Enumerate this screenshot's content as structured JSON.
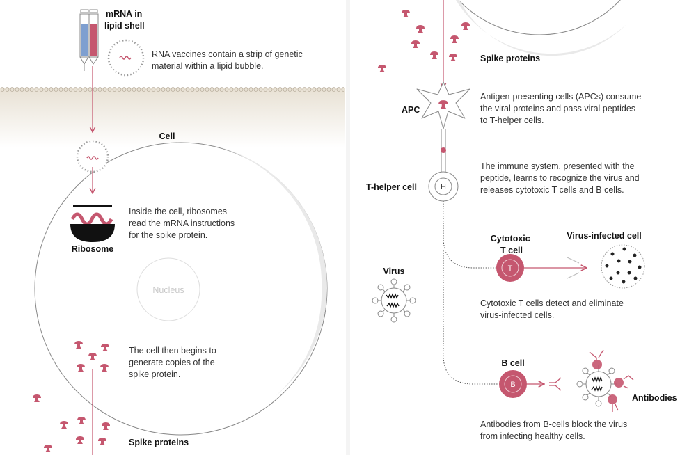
{
  "colors": {
    "accent": "#c5576f",
    "vaccine_blue": "#7e9fd0",
    "skin": "#ece6db",
    "ink": "#111111"
  },
  "left_panel": {
    "syringe_label": [
      "mRNA in",
      "lipid shell"
    ],
    "bubble_text": [
      "RNA vaccines contain a strip of genetic",
      "material within a lipid bubble."
    ],
    "cell_label": "Cell",
    "ribosome_text": [
      "Inside the cell, ribosomes",
      "read the mRNA instructions",
      "for the spike protein."
    ],
    "ribosome_label": "Ribosome",
    "nucleus_label": "Nucleus",
    "copies_text": [
      "The cell then begins to",
      "generate copies of the",
      "spike protein."
    ],
    "spike_label": "Spike proteins"
  },
  "right_panel": {
    "spike_label": "Spike proteins",
    "apc_label": "APC",
    "apc_text": [
      "Antigen-presenting cells (APCs) consume",
      "the viral proteins and pass viral peptides",
      "to T-helper cells."
    ],
    "thelper_label": "T-helper cell",
    "thelper_letter": "H",
    "thelper_text": [
      "The immune system, presented with the",
      "peptide, learns to recognize the virus and",
      "releases cytotoxic T cells and B cells."
    ],
    "tcell_label": [
      "Cytotoxic",
      "T cell"
    ],
    "tcell_letter": "T",
    "infected_label": "Virus-infected cell",
    "virus_label": "Virus",
    "tcell_text": [
      "Cytotoxic T cells detect and eliminate",
      "virus-infected cells."
    ],
    "bcell_label": "B cell",
    "bcell_letter": "B",
    "antibodies_label": "Antibodies",
    "bcell_text": [
      "Antibodies from B-cells block the virus",
      "from infecting healthy cells."
    ]
  }
}
